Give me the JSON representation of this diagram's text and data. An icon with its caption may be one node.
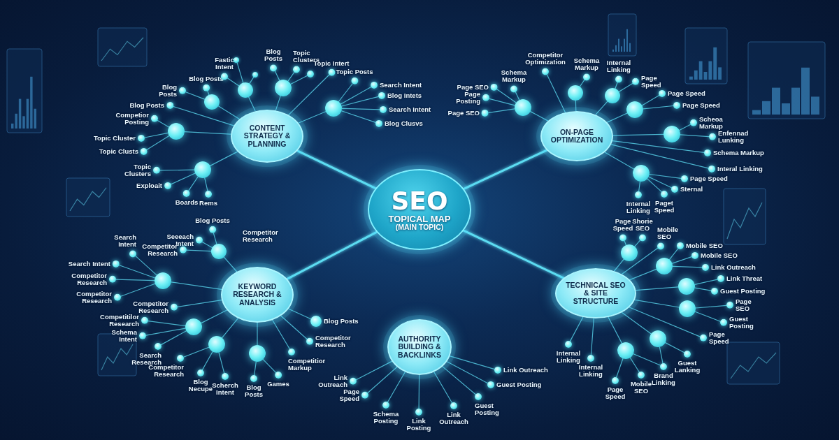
{
  "diagram": {
    "nodes": [
      {
        "text": [
          "SEO",
          "TOPICAL MAP",
          "(MAIN TOPIC)"
        ]
      },
      {
        "text": [
          "CONTENT STRATEGY & PLANNING"
        ]
      },
      {
        "text": [],
        "shape": "circle"
      },
      {
        "text": [
          "Blog Posts"
        ]
      },
      {
        "text": [
          "Blog Posts"
        ]
      },
      {
        "text": [
          "Blog Posts"
        ]
      },
      {
        "text": [],
        "shape": "circle"
      },
      {
        "text": [
          "Fastic Intent"
        ]
      },
      {
        "text": [],
        "shape": "circle"
      },
      {
        "text": [],
        "shape": "circle"
      },
      {
        "text": [],
        "shape": "circle"
      },
      {
        "text": [
          "Blog Posts"
        ]
      },
      {
        "text": [
          "Topic Clusters"
        ]
      },
      {
        "text": [],
        "shape": "circle"
      },
      {
        "text": [
          "Topic Intert"
        ]
      },
      {
        "text": [],
        "shape": "circle"
      },
      {
        "text": [
          "Topic Posts"
        ]
      },
      {
        "text": [
          "Search Intent"
        ]
      },
      {
        "text": [
          "Blog Intets"
        ]
      },
      {
        "text": [
          "Search Intent"
        ]
      },
      {
        "text": [
          "Blog Clusvs"
        ]
      },
      {
        "text": [],
        "shape": "circle"
      },
      {
        "text": [
          "Competior Posting"
        ]
      },
      {
        "text": [
          "Topic Cluster"
        ]
      },
      {
        "text": [
          "Topic Clusts"
        ]
      },
      {
        "text": [],
        "shape": "circle"
      },
      {
        "text": [
          "Topic Clusters"
        ]
      },
      {
        "text": [
          "Exploait"
        ]
      },
      {
        "text": [
          "Boards"
        ]
      },
      {
        "text": [
          "Rems"
        ]
      },
      {
        "text": [
          "ON-PAGE OPTIMIZATION"
        ]
      },
      {
        "text": [],
        "shape": "circle"
      },
      {
        "text": [
          "Page SEO"
        ]
      },
      {
        "text": [
          "Schema Markup"
        ]
      },
      {
        "text": [
          "Page Posting"
        ]
      },
      {
        "text": [
          "Page SEO"
        ]
      },
      {
        "text": [
          "Competitor Optimization"
        ]
      },
      {
        "text": [],
        "shape": "circle"
      },
      {
        "text": [
          "Schema Markup"
        ]
      },
      {
        "text": [],
        "shape": "circle"
      },
      {
        "text": [
          "Internal Linking"
        ]
      },
      {
        "text": [
          "Page Speed"
        ]
      },
      {
        "text": [],
        "shape": "circle"
      },
      {
        "text": [
          "Page Speed"
        ]
      },
      {
        "text": [
          "Page Speed"
        ]
      },
      {
        "text": [],
        "shape": "circle"
      },
      {
        "text": [
          "Scheoa Markup"
        ]
      },
      {
        "text": [
          "Enfennad Lunking"
        ]
      },
      {
        "text": [
          "Schema Markup"
        ]
      },
      {
        "text": [
          "Interal Linking"
        ]
      },
      {
        "text": [],
        "shape": "circle"
      },
      {
        "text": [
          "Page Speed"
        ]
      },
      {
        "text": [
          "Sternal"
        ]
      },
      {
        "text": [
          "Internal Linking"
        ]
      },
      {
        "text": [
          "Paget Speed"
        ]
      },
      {
        "text": [
          "KEYWORD RESEARCH & ANALYSIS"
        ]
      },
      {
        "text": [],
        "shape": "circle"
      },
      {
        "text": [
          "Blog Posts"
        ]
      },
      {
        "text": [
          "Seeeach Intent"
        ]
      },
      {
        "text": [
          "Competitor Research"
        ]
      },
      {
        "text": [],
        "shape": "circle"
      },
      {
        "text": [
          "Search Intent"
        ]
      },
      {
        "text": [
          "Search Intent"
        ]
      },
      {
        "text": [
          "Competitor Research"
        ]
      },
      {
        "text": [
          "Competitor Research"
        ]
      },
      {
        "text": [
          "Competitor Research"
        ]
      },
      {
        "text": [],
        "shape": "circle"
      },
      {
        "text": [
          "Competitilor Research"
        ]
      },
      {
        "text": [
          "Schema Intent"
        ]
      },
      {
        "text": [
          "Search Research"
        ]
      },
      {
        "text": [],
        "shape": "circle"
      },
      {
        "text": [
          "Competitor Research"
        ]
      },
      {
        "text": [
          "Blog Necupe"
        ]
      },
      {
        "text": [
          "Scherch Intent"
        ]
      },
      {
        "text": [],
        "shape": "circle"
      },
      {
        "text": [
          "Blog Posts"
        ]
      },
      {
        "text": [
          "Games"
        ]
      },
      {
        "text": [
          "Blog Posts"
        ]
      },
      {
        "text": [
          "Competitor Research"
        ]
      },
      {
        "text": [
          "Competitior Markup"
        ]
      },
      {
        "text": [
          "AUTHORITY BUILDING & BACKLINKS"
        ]
      },
      {
        "text": [
          "Link Outreach"
        ]
      },
      {
        "text": [
          "Page Speed"
        ]
      },
      {
        "text": [
          "Schema Posting"
        ]
      },
      {
        "text": [
          "Link Posting"
        ]
      },
      {
        "text": [
          "Link Outreach"
        ]
      },
      {
        "text": [
          "Guest Posting"
        ]
      },
      {
        "text": [
          "Guest Posting"
        ]
      },
      {
        "text": [
          "Link Outreach"
        ]
      },
      {
        "text": [
          "TECHNICAL SEO & SITE STRUCTURE"
        ]
      },
      {
        "text": [],
        "shape": "circle"
      },
      {
        "text": [
          "Page Speed"
        ]
      },
      {
        "text": [
          "Shorie SEO"
        ]
      },
      {
        "text": [
          "Mobile SEO"
        ]
      },
      {
        "text": [],
        "shape": "circle"
      },
      {
        "text": [
          "Mobile SEO"
        ]
      },
      {
        "text": [
          "Mobile SEO"
        ]
      },
      {
        "text": [
          "Link Outreach"
        ]
      },
      {
        "text": [],
        "shape": "circle"
      },
      {
        "text": [
          "Link Threat"
        ]
      },
      {
        "text": [
          "Guest Posting"
        ]
      },
      {
        "text": [],
        "shape": "circle"
      },
      {
        "text": [
          "Page SEO"
        ]
      },
      {
        "text": [
          "Guest Posting"
        ]
      },
      {
        "text": [
          "Page Speed"
        ]
      },
      {
        "text": [],
        "shape": "circle"
      },
      {
        "text": [
          "Guest Lanking"
        ]
      },
      {
        "text": [
          "Brand Linking"
        ]
      },
      {
        "text": [],
        "shape": "circle"
      },
      {
        "text": [
          "Page Speed"
        ]
      },
      {
        "text": [
          "Mobile SEO"
        ]
      },
      {
        "text": [
          "Internal Linking"
        ]
      },
      {
        "text": [
          "Internal Linking"
        ]
      }
    ],
    "edges": [
      {
        "from": 0,
        "to": 1,
        "arrow": "none",
        "style": "thick"
      },
      {
        "from": 0,
        "to": 30,
        "arrow": "none",
        "style": "thick"
      },
      {
        "from": 0,
        "to": 55,
        "arrow": "none",
        "style": "thick"
      },
      {
        "from": 0,
        "to": 80,
        "arrow": "none",
        "style": "thick"
      },
      {
        "from": 0,
        "to": 89,
        "arrow": "none",
        "style": "thick"
      },
      {
        "from": 1,
        "to": 2,
        "arrow": "none"
      },
      {
        "from": 1,
        "to": 6,
        "arrow": "none"
      },
      {
        "from": 1,
        "to": 10,
        "arrow": "none"
      },
      {
        "from": 1,
        "to": 14,
        "arrow": "none"
      },
      {
        "from": 1,
        "to": 15,
        "arrow": "none"
      },
      {
        "from": 1,
        "to": 21,
        "arrow": "none"
      },
      {
        "from": 1,
        "to": 25,
        "arrow": "none"
      },
      {
        "from": 1,
        "to": 5,
        "arrow": "none"
      },
      {
        "from": 2,
        "to": 3,
        "arrow": "none"
      },
      {
        "from": 2,
        "to": 4,
        "arrow": "none"
      },
      {
        "from": 6,
        "to": 7,
        "arrow": "none"
      },
      {
        "from": 6,
        "to": 8,
        "arrow": "none"
      },
      {
        "from": 6,
        "to": 9,
        "arrow": "none"
      },
      {
        "from": 10,
        "to": 11,
        "arrow": "none"
      },
      {
        "from": 10,
        "to": 12,
        "arrow": "none"
      },
      {
        "from": 10,
        "to": 13,
        "arrow": "none"
      },
      {
        "from": 15,
        "to": 16,
        "arrow": "none"
      },
      {
        "from": 15,
        "to": 17,
        "arrow": "none"
      },
      {
        "from": 15,
        "to": 18,
        "arrow": "none"
      },
      {
        "from": 15,
        "to": 19,
        "arrow": "none"
      },
      {
        "from": 15,
        "to": 20,
        "arrow": "none"
      },
      {
        "from": 21,
        "to": 22,
        "arrow": "none"
      },
      {
        "from": 21,
        "to": 23,
        "arrow": "none"
      },
      {
        "from": 21,
        "to": 24,
        "arrow": "none"
      },
      {
        "from": 25,
        "to": 26,
        "arrow": "none"
      },
      {
        "from": 25,
        "to": 27,
        "arrow": "none"
      },
      {
        "from": 25,
        "to": 28,
        "arrow": "none"
      },
      {
        "from": 25,
        "to": 29,
        "arrow": "none"
      },
      {
        "from": 30,
        "to": 31,
        "arrow": "none"
      },
      {
        "from": 30,
        "to": 36,
        "arrow": "none"
      },
      {
        "from": 30,
        "to": 37,
        "arrow": "none"
      },
      {
        "from": 30,
        "to": 39,
        "arrow": "none"
      },
      {
        "from": 30,
        "to": 42,
        "arrow": "none"
      },
      {
        "from": 30,
        "to": 45,
        "arrow": "none"
      },
      {
        "from": 30,
        "to": 48,
        "arrow": "none"
      },
      {
        "from": 30,
        "to": 49,
        "arrow": "none"
      },
      {
        "from": 30,
        "to": 50,
        "arrow": "none"
      },
      {
        "from": 31,
        "to": 32,
        "arrow": "none"
      },
      {
        "from": 31,
        "to": 33,
        "arrow": "none"
      },
      {
        "from": 31,
        "to": 34,
        "arrow": "none"
      },
      {
        "from": 31,
        "to": 35,
        "arrow": "none"
      },
      {
        "from": 37,
        "to": 38,
        "arrow": "none"
      },
      {
        "from": 39,
        "to": 40,
        "arrow": "none"
      },
      {
        "from": 39,
        "to": 41,
        "arrow": "none"
      },
      {
        "from": 42,
        "to": 43,
        "arrow": "none"
      },
      {
        "from": 42,
        "to": 44,
        "arrow": "none"
      },
      {
        "from": 45,
        "to": 46,
        "arrow": "none"
      },
      {
        "from": 45,
        "to": 47,
        "arrow": "none"
      },
      {
        "from": 50,
        "to": 51,
        "arrow": "none"
      },
      {
        "from": 50,
        "to": 52,
        "arrow": "none"
      },
      {
        "from": 50,
        "to": 53,
        "arrow": "none"
      },
      {
        "from": 50,
        "to": 54,
        "arrow": "none"
      },
      {
        "from": 55,
        "to": 56,
        "arrow": "none"
      },
      {
        "from": 55,
        "to": 60,
        "arrow": "none"
      },
      {
        "from": 55,
        "to": 65,
        "arrow": "none"
      },
      {
        "from": 55,
        "to": 66,
        "arrow": "none"
      },
      {
        "from": 55,
        "to": 70,
        "arrow": "none"
      },
      {
        "from": 55,
        "to": 74,
        "arrow": "none"
      },
      {
        "from": 55,
        "to": 77,
        "arrow": "none"
      },
      {
        "from": 55,
        "to": 78,
        "arrow": "none"
      },
      {
        "from": 55,
        "to": 79,
        "arrow": "none"
      },
      {
        "from": 56,
        "to": 57,
        "arrow": "none"
      },
      {
        "from": 56,
        "to": 58,
        "arrow": "none"
      },
      {
        "from": 56,
        "to": 59,
        "arrow": "none"
      },
      {
        "from": 60,
        "to": 61,
        "arrow": "none"
      },
      {
        "from": 60,
        "to": 62,
        "arrow": "none"
      },
      {
        "from": 60,
        "to": 63,
        "arrow": "none"
      },
      {
        "from": 60,
        "to": 64,
        "arrow": "none"
      },
      {
        "from": 66,
        "to": 67,
        "arrow": "none"
      },
      {
        "from": 66,
        "to": 68,
        "arrow": "none"
      },
      {
        "from": 66,
        "to": 69,
        "arrow": "none"
      },
      {
        "from": 70,
        "to": 71,
        "arrow": "none"
      },
      {
        "from": 70,
        "to": 72,
        "arrow": "none"
      },
      {
        "from": 70,
        "to": 73,
        "arrow": "none"
      },
      {
        "from": 74,
        "to": 75,
        "arrow": "none"
      },
      {
        "from": 74,
        "to": 76,
        "arrow": "none"
      },
      {
        "from": 80,
        "to": 81,
        "arrow": "none"
      },
      {
        "from": 80,
        "to": 82,
        "arrow": "none"
      },
      {
        "from": 80,
        "to": 83,
        "arrow": "none"
      },
      {
        "from": 80,
        "to": 84,
        "arrow": "none"
      },
      {
        "from": 80,
        "to": 85,
        "arrow": "none"
      },
      {
        "from": 80,
        "to": 86,
        "arrow": "none"
      },
      {
        "from": 80,
        "to": 87,
        "arrow": "none"
      },
      {
        "from": 80,
        "to": 88,
        "arrow": "none"
      },
      {
        "from": 89,
        "to": 90,
        "arrow": "none"
      },
      {
        "from": 89,
        "to": 93,
        "arrow": "none"
      },
      {
        "from": 89,
        "to": 94,
        "arrow": "none"
      },
      {
        "from": 89,
        "to": 98,
        "arrow": "none"
      },
      {
        "from": 89,
        "to": 101,
        "arrow": "none"
      },
      {
        "from": 89,
        "to": 104,
        "arrow": "none"
      },
      {
        "from": 89,
        "to": 105,
        "arrow": "none"
      },
      {
        "from": 89,
        "to": 108,
        "arrow": "none"
      },
      {
        "from": 89,
        "to": 111,
        "arrow": "none"
      },
      {
        "from": 89,
        "to": 112,
        "arrow": "none"
      },
      {
        "from": 90,
        "to": 91,
        "arrow": "none"
      },
      {
        "from": 90,
        "to": 92,
        "arrow": "none"
      },
      {
        "from": 94,
        "to": 95,
        "arrow": "none"
      },
      {
        "from": 94,
        "to": 96,
        "arrow": "none"
      },
      {
        "from": 94,
        "to": 97,
        "arrow": "none"
      },
      {
        "from": 98,
        "to": 99,
        "arrow": "none"
      },
      {
        "from": 98,
        "to": 100,
        "arrow": "none"
      },
      {
        "from": 101,
        "to": 102,
        "arrow": "none"
      },
      {
        "from": 101,
        "to": 103,
        "arrow": "none"
      },
      {
        "from": 105,
        "to": 106,
        "arrow": "none"
      },
      {
        "from": 105,
        "to": 107,
        "arrow": "none"
      },
      {
        "from": 108,
        "to": 107,
        "arrow": "none"
      },
      {
        "from": 108,
        "to": 109,
        "arrow": "none"
      },
      {
        "from": 108,
        "to": 110,
        "arrow": "none"
      }
    ],
    "labels": [
      "Competitor Research"
    ]
  }
}
